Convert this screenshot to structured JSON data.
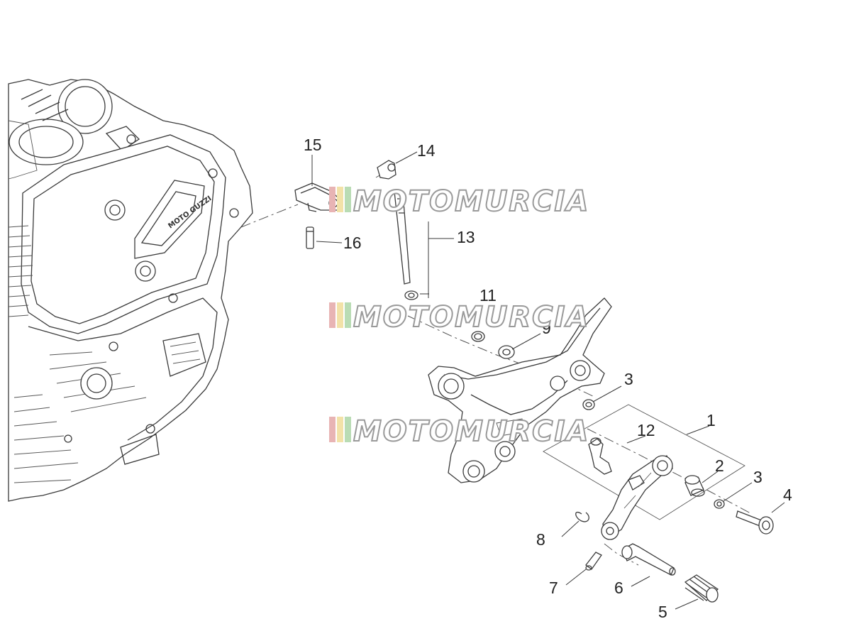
{
  "watermark": {
    "text": "MOTOMURCIA",
    "stripe_colors": [
      "#e8b4b4",
      "#f2e2a8",
      "#b9dcb4"
    ],
    "outline_color": "#9a9a9a"
  },
  "engine": {
    "brand_text": "MOTO GUZZI"
  },
  "callouts": [
    {
      "id": "1",
      "label": "1"
    },
    {
      "id": "2",
      "label": "2"
    },
    {
      "id": "3a",
      "label": "3"
    },
    {
      "id": "3b",
      "label": "3"
    },
    {
      "id": "4",
      "label": "4"
    },
    {
      "id": "5",
      "label": "5"
    },
    {
      "id": "6",
      "label": "6"
    },
    {
      "id": "7",
      "label": "7"
    },
    {
      "id": "8",
      "label": "8"
    },
    {
      "id": "9",
      "label": "9"
    },
    {
      "id": "11",
      "label": "11"
    },
    {
      "id": "12",
      "label": "12"
    },
    {
      "id": "13",
      "label": "13"
    },
    {
      "id": "14",
      "label": "14"
    },
    {
      "id": "15",
      "label": "15"
    },
    {
      "id": "16",
      "label": "16"
    }
  ]
}
